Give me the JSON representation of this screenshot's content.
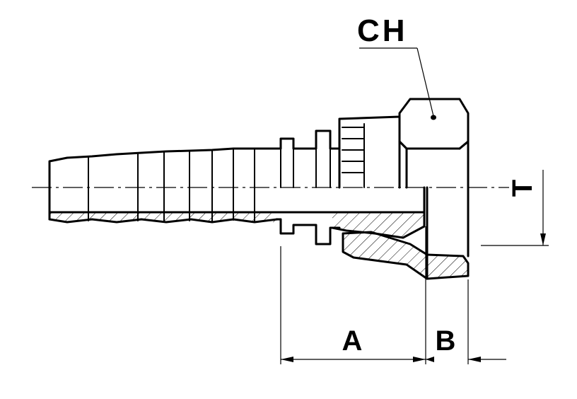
{
  "labels": {
    "ch": "CH",
    "t": "T",
    "a": "A",
    "b": "B"
  },
  "colors": {
    "line": "#000000",
    "background": "#ffffff"
  }
}
